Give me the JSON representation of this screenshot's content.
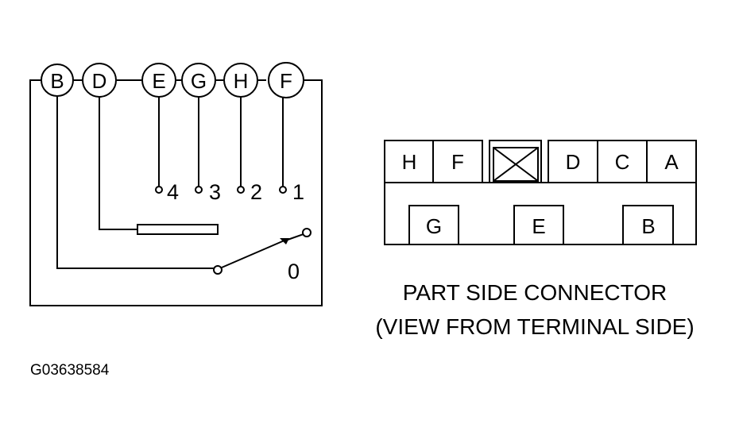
{
  "switch_schematic": {
    "terminals": [
      "B",
      "D",
      "E",
      "G",
      "H",
      "F"
    ],
    "positions": [
      "4",
      "3",
      "2",
      "1"
    ],
    "off_position": "0"
  },
  "connector": {
    "top_row": [
      "H",
      "F",
      "",
      "D",
      "C",
      "A"
    ],
    "bottom_row": [
      "G",
      "E",
      "B"
    ],
    "blank_cell_marker": "x-icon",
    "caption_line1": "PART SIDE CONNECTOR",
    "caption_line2": "(VIEW FROM TERMINAL SIDE)"
  },
  "figure_id": "G03638584"
}
